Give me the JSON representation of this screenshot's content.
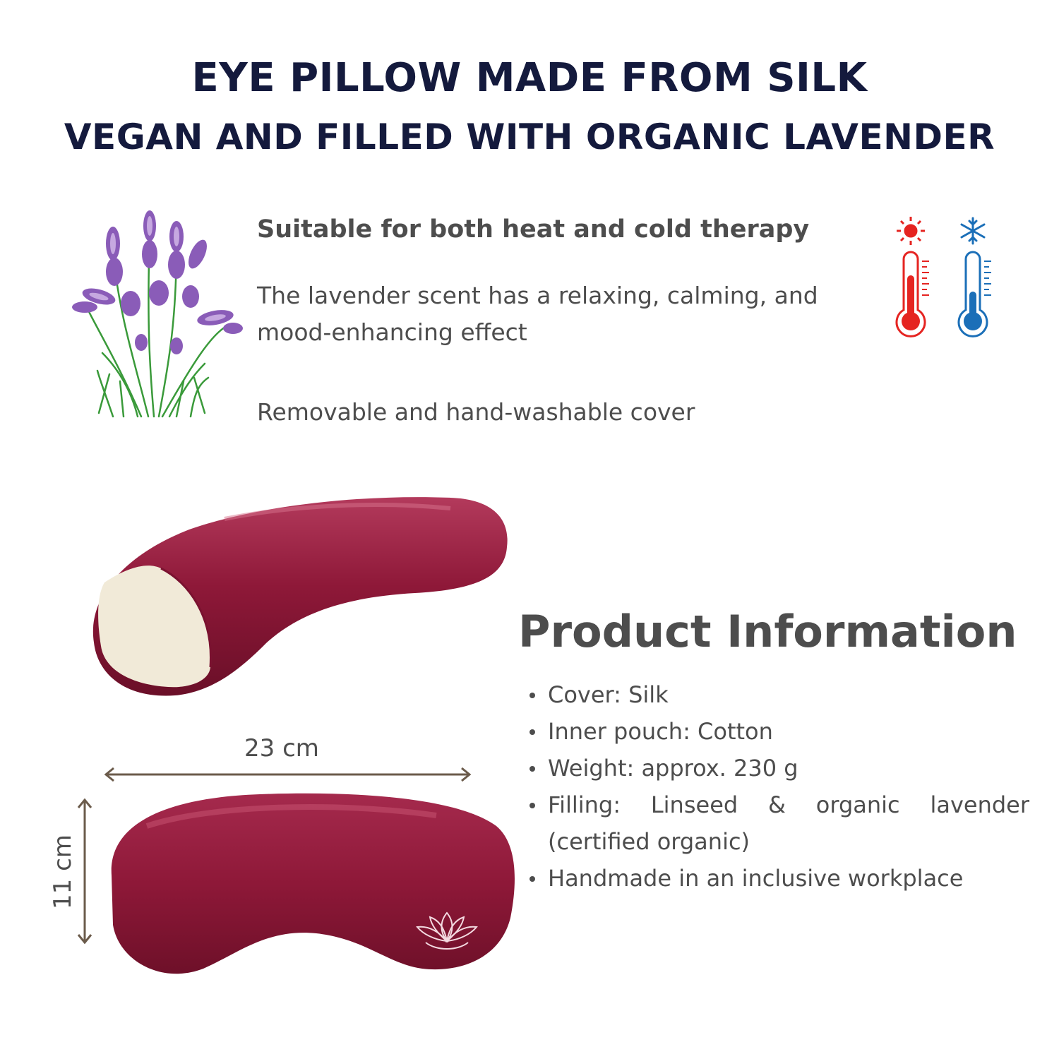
{
  "header": {
    "title_line1": "EYE PILLOW MADE FROM SILK",
    "title_line2": "VEGAN AND FILLED WITH ORGANIC LAVENDER"
  },
  "features": {
    "heading": "Suitable for both heat and cold therapy",
    "scent_text": "The lavender scent has a relaxing, calming, and mood-enhancing effect",
    "cover_text": "Removable and hand-washable cover"
  },
  "icons": {
    "lavender": "lavender-illustration",
    "hot": "sun-icon",
    "cold": "snowflake-icon",
    "hot_thermometer": "thermometer-hot-icon",
    "cold_thermometer": "thermometer-cold-icon"
  },
  "dimensions": {
    "width": "23 cm",
    "height": "11 cm"
  },
  "product_info": {
    "heading": "Product Information",
    "items": [
      "Cover: Silk",
      "Inner pouch: Cotton",
      "Weight: approx. 230 g",
      "Filling: Linseed & organic lavender (certified organic)",
      "Handmade in an inclusive workplace"
    ]
  },
  "colors": {
    "title": "#141a3d",
    "text": "#4d4d4d",
    "silk": "#8e1838",
    "hot": "#e52421",
    "cold": "#1b6fb8"
  }
}
